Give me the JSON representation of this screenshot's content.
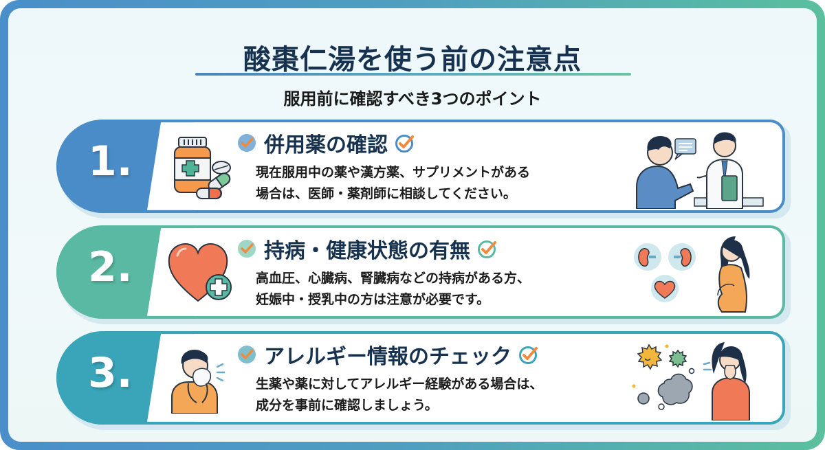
{
  "header": {
    "title": "酸棗仁湯を使う前の注意点",
    "subtitle": "服用前に確認すべき3つのポイント"
  },
  "colors": {
    "frame_left": "#4a8fc9",
    "frame_right": "#5bbf9e",
    "title_text": "#17324f",
    "check_orange": "#f08a3c",
    "card1_accent": "#4a8cc8",
    "card2_accent": "#5ab9a2",
    "card3_accent": "#3aa5b8"
  },
  "cards": [
    {
      "number": "1.",
      "heading": "併用薬の確認",
      "lines": [
        "現在服用中の薬や漢方薬、サプリメントがある",
        "場合は、医師・薬剤師に相談してください。"
      ],
      "left_icon": "medicine-bottle-pills-icon",
      "right_icon": "patient-consulting-doctor-icon"
    },
    {
      "number": "2.",
      "heading": "持病・健康状態の有無",
      "lines": [
        "高血圧、心臓病、腎臓病などの持病がある方、",
        "妊娠中・授乳中の方は注意が必要です。"
      ],
      "left_icon": "heart-plus-icon",
      "right_icon": "kidneys-heart-pregnant-woman-icon"
    },
    {
      "number": "3.",
      "heading": "アレルギー情報のチェック",
      "lines": [
        "生薬や薬に対してアレルギー経験がある場合は、",
        "成分を事前に確認しましょう。"
      ],
      "left_icon": "sneezing-man-icon",
      "right_icon": "allergen-particles-woman-icon"
    }
  ]
}
